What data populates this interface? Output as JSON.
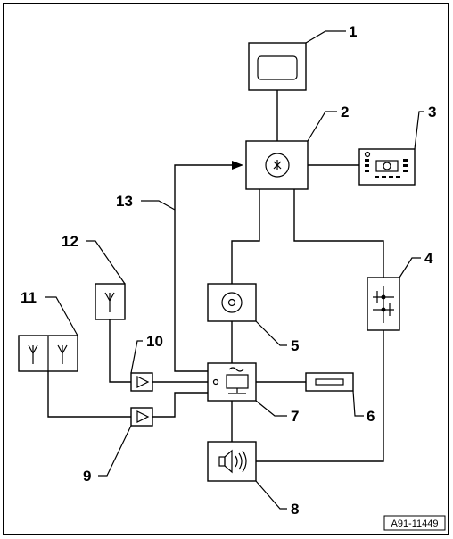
{
  "figure": {
    "id": "A91-11449"
  },
  "callouts": {
    "c1": "1",
    "c2": "2",
    "c3": "3",
    "c4": "4",
    "c5": "5",
    "c6": "6",
    "c7": "7",
    "c8": "8",
    "c9": "9",
    "c10": "10",
    "c11": "11",
    "c12": "12",
    "c13": "13"
  },
  "colors": {
    "line": "#000000",
    "background": "#ffffff"
  }
}
